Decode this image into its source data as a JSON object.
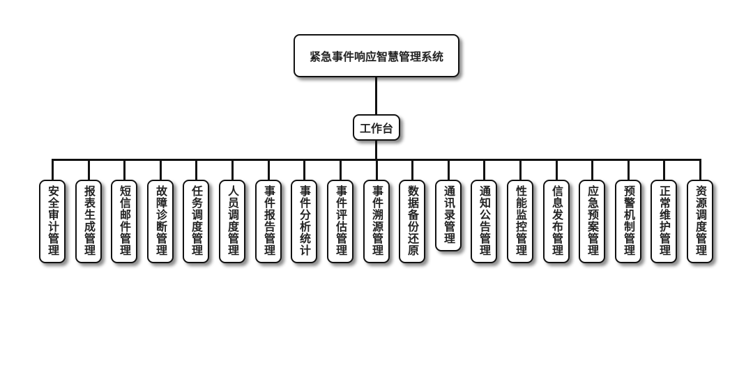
{
  "root": {
    "label": "紧急事件响应智慧管理系统"
  },
  "hub": {
    "label": "工作台"
  },
  "children": [
    "安全审计管理",
    "报表生成管理",
    "短信邮件管理",
    "故障诊断管理",
    "任务调度管理",
    "人员调度管理",
    "事件报告管理",
    "事件分析统计",
    "事件评估管理",
    "事件溯源管理",
    "数据备份还原",
    "通讯录管理",
    "通知公告管理",
    "性能监控管理",
    "信息发布管理",
    "应急预案管理",
    "预警机制管理",
    "正常维护管理",
    "资源调度管理"
  ]
}
